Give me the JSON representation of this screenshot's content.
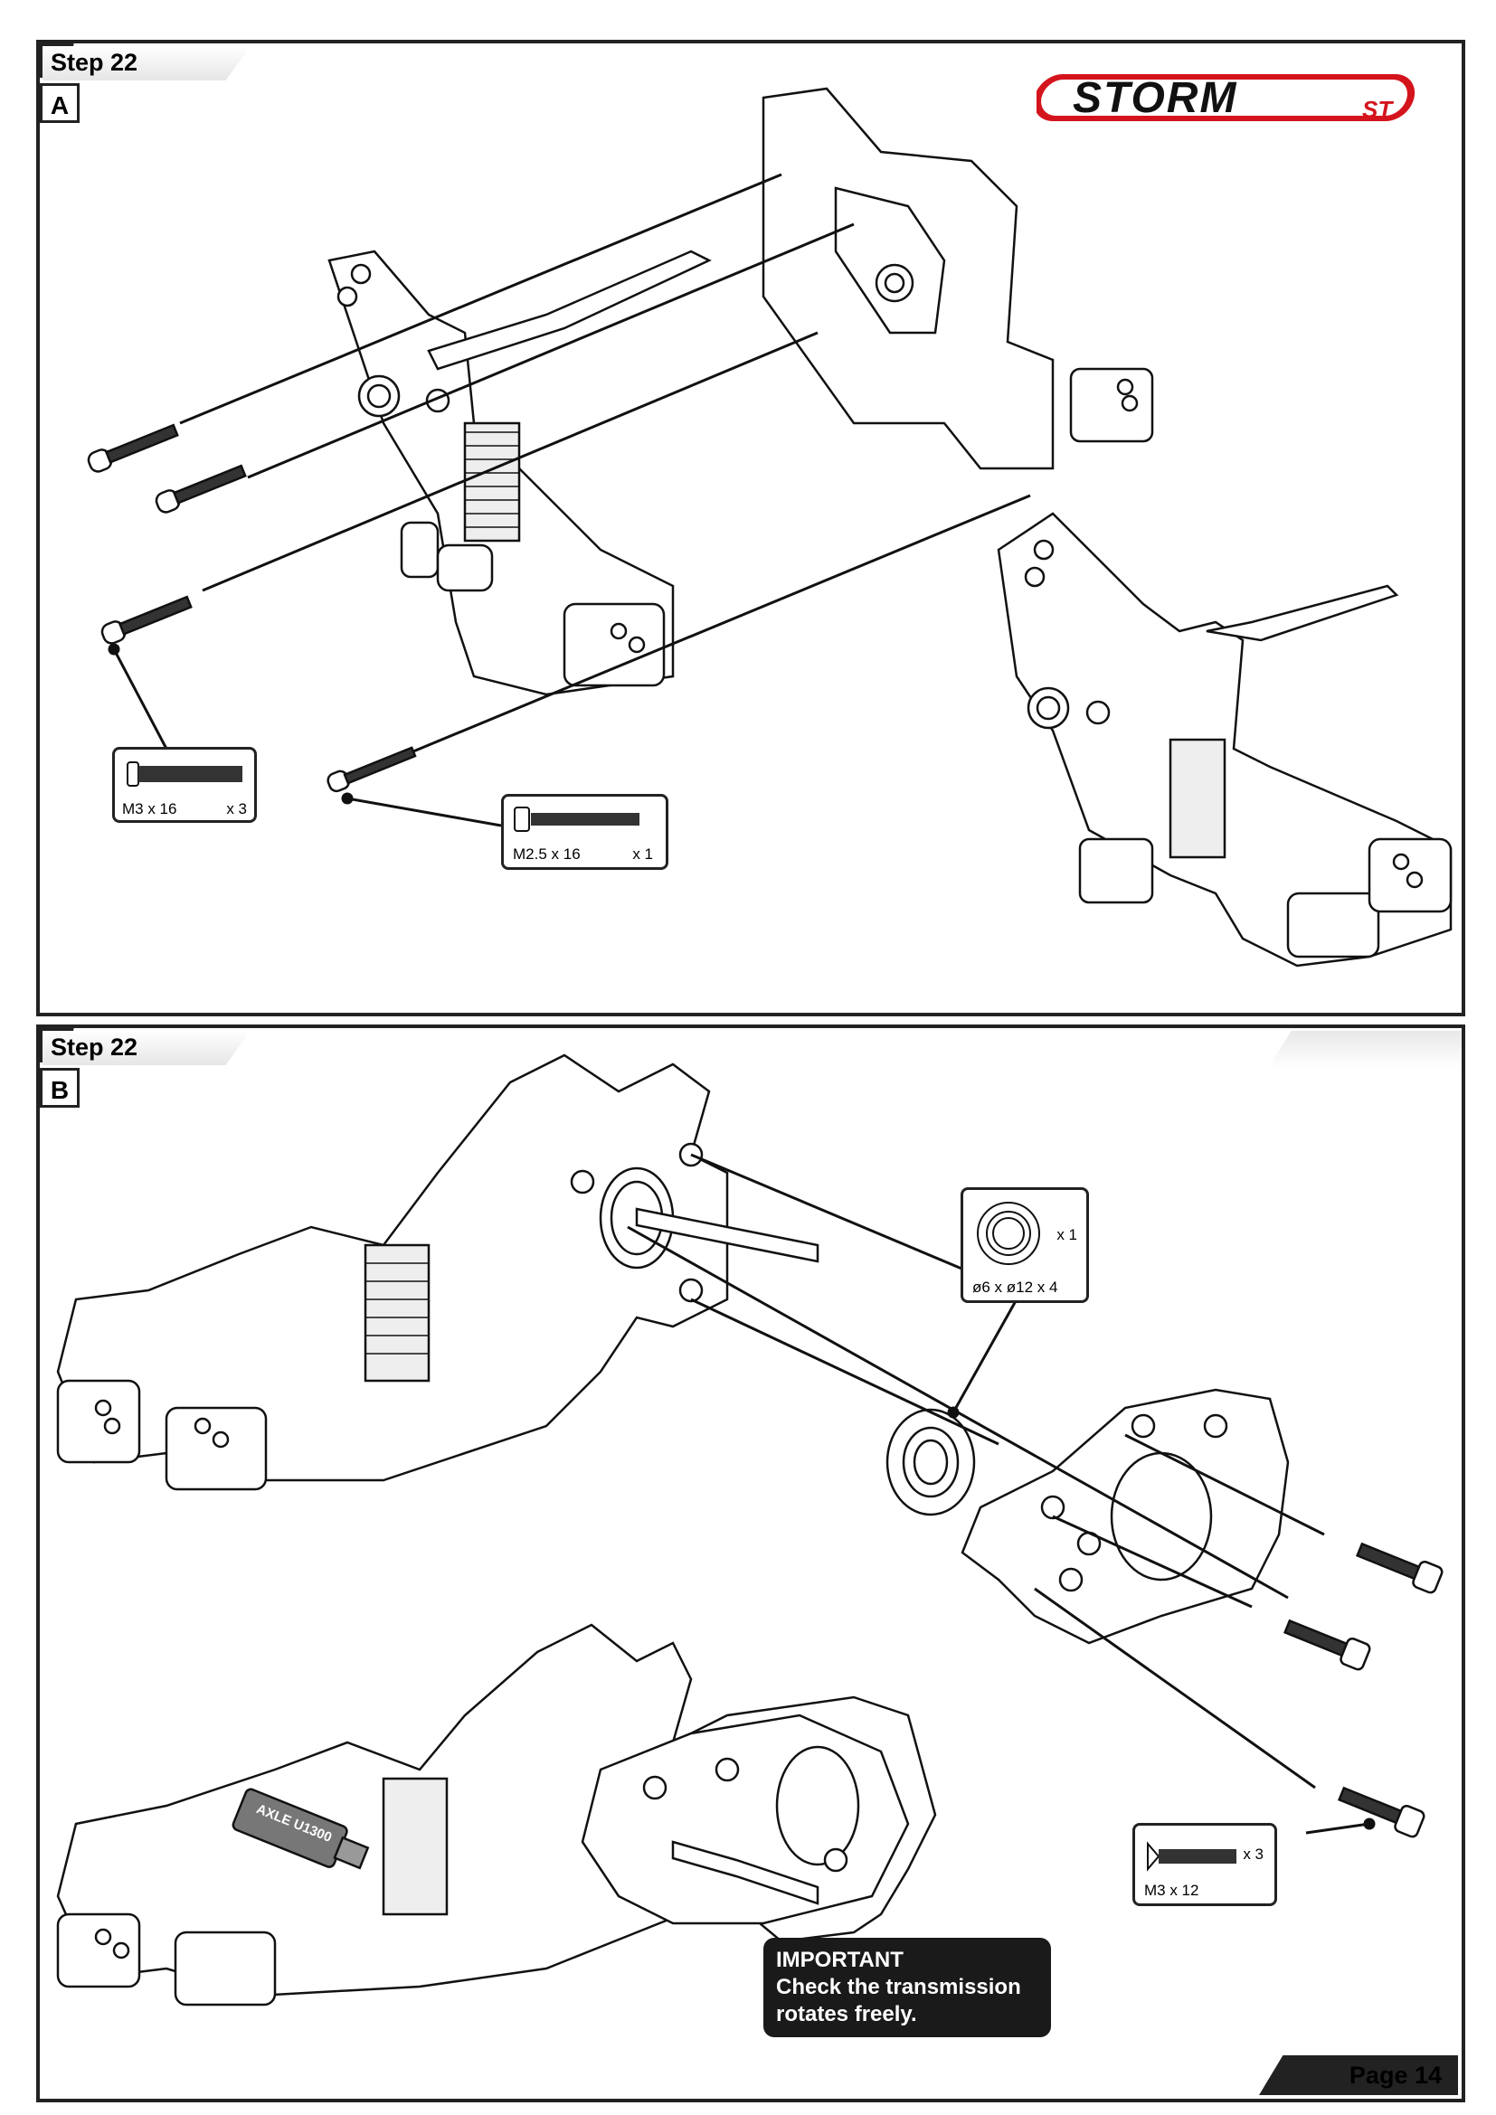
{
  "panel_a": {
    "step_label": "Step 22",
    "letter": "A",
    "callout_screw_m3": {
      "spec": "M3 x 16",
      "qty": "x 3"
    },
    "callout_screw_m25": {
      "spec": "M2.5 x 16",
      "qty": "x 1"
    }
  },
  "brand": {
    "logo_text_main": "STORM",
    "logo_text_sub": "ST",
    "accent_color": "#d4141c"
  },
  "panel_b": {
    "step_label": "Step 22",
    "letter": "B",
    "callout_bearing": {
      "spec": "ø6 x ø12 x 4",
      "qty": "x 1"
    },
    "callout_screw_m3x12": {
      "spec": "M3 x 12",
      "qty": "x 3"
    },
    "grease_tube_label": "AXLE U1300",
    "important": {
      "title": "IMPORTANT",
      "line1": "Check the transmission",
      "line2": "rotates freely."
    }
  },
  "footer": {
    "page_label": "Page 14"
  },
  "icons": [
    "screw-icon",
    "bearing-icon",
    "grease-tube-icon",
    "gearbox-illustration"
  ]
}
